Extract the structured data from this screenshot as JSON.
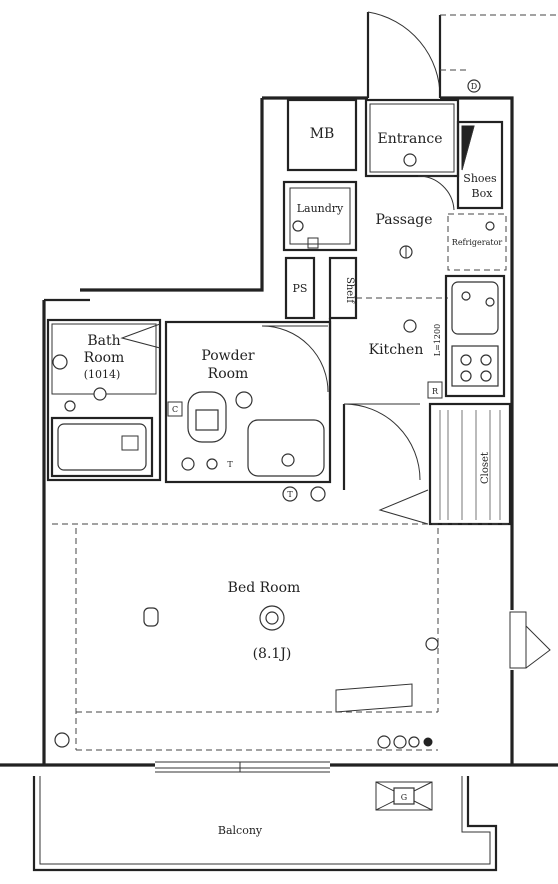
{
  "rooms": {
    "mb": "MB",
    "entrance": "Entrance",
    "shoes_box_line1": "Shoes",
    "shoes_box_line2": "Box",
    "laundry": "Laundry",
    "passage": "Passage",
    "refrigerator": "Refrigerator",
    "ps": "PS",
    "shelf": "Shelf",
    "bath_line1": "Bath",
    "bath_line2": "Room",
    "bath_size": "(1014)",
    "powder_line1": "Powder",
    "powder_line2": "Room",
    "kitchen": "Kitchen",
    "kitchen_dim": "L=1200",
    "closet": "Closet",
    "bed_room": "Bed Room",
    "bed_size": "(8.1J)",
    "balcony": "Balcony"
  },
  "symbols": {
    "meter_d": "D",
    "range_r": "R",
    "cabinet_c": "C",
    "ground_g": "G",
    "tel_t": "T"
  }
}
